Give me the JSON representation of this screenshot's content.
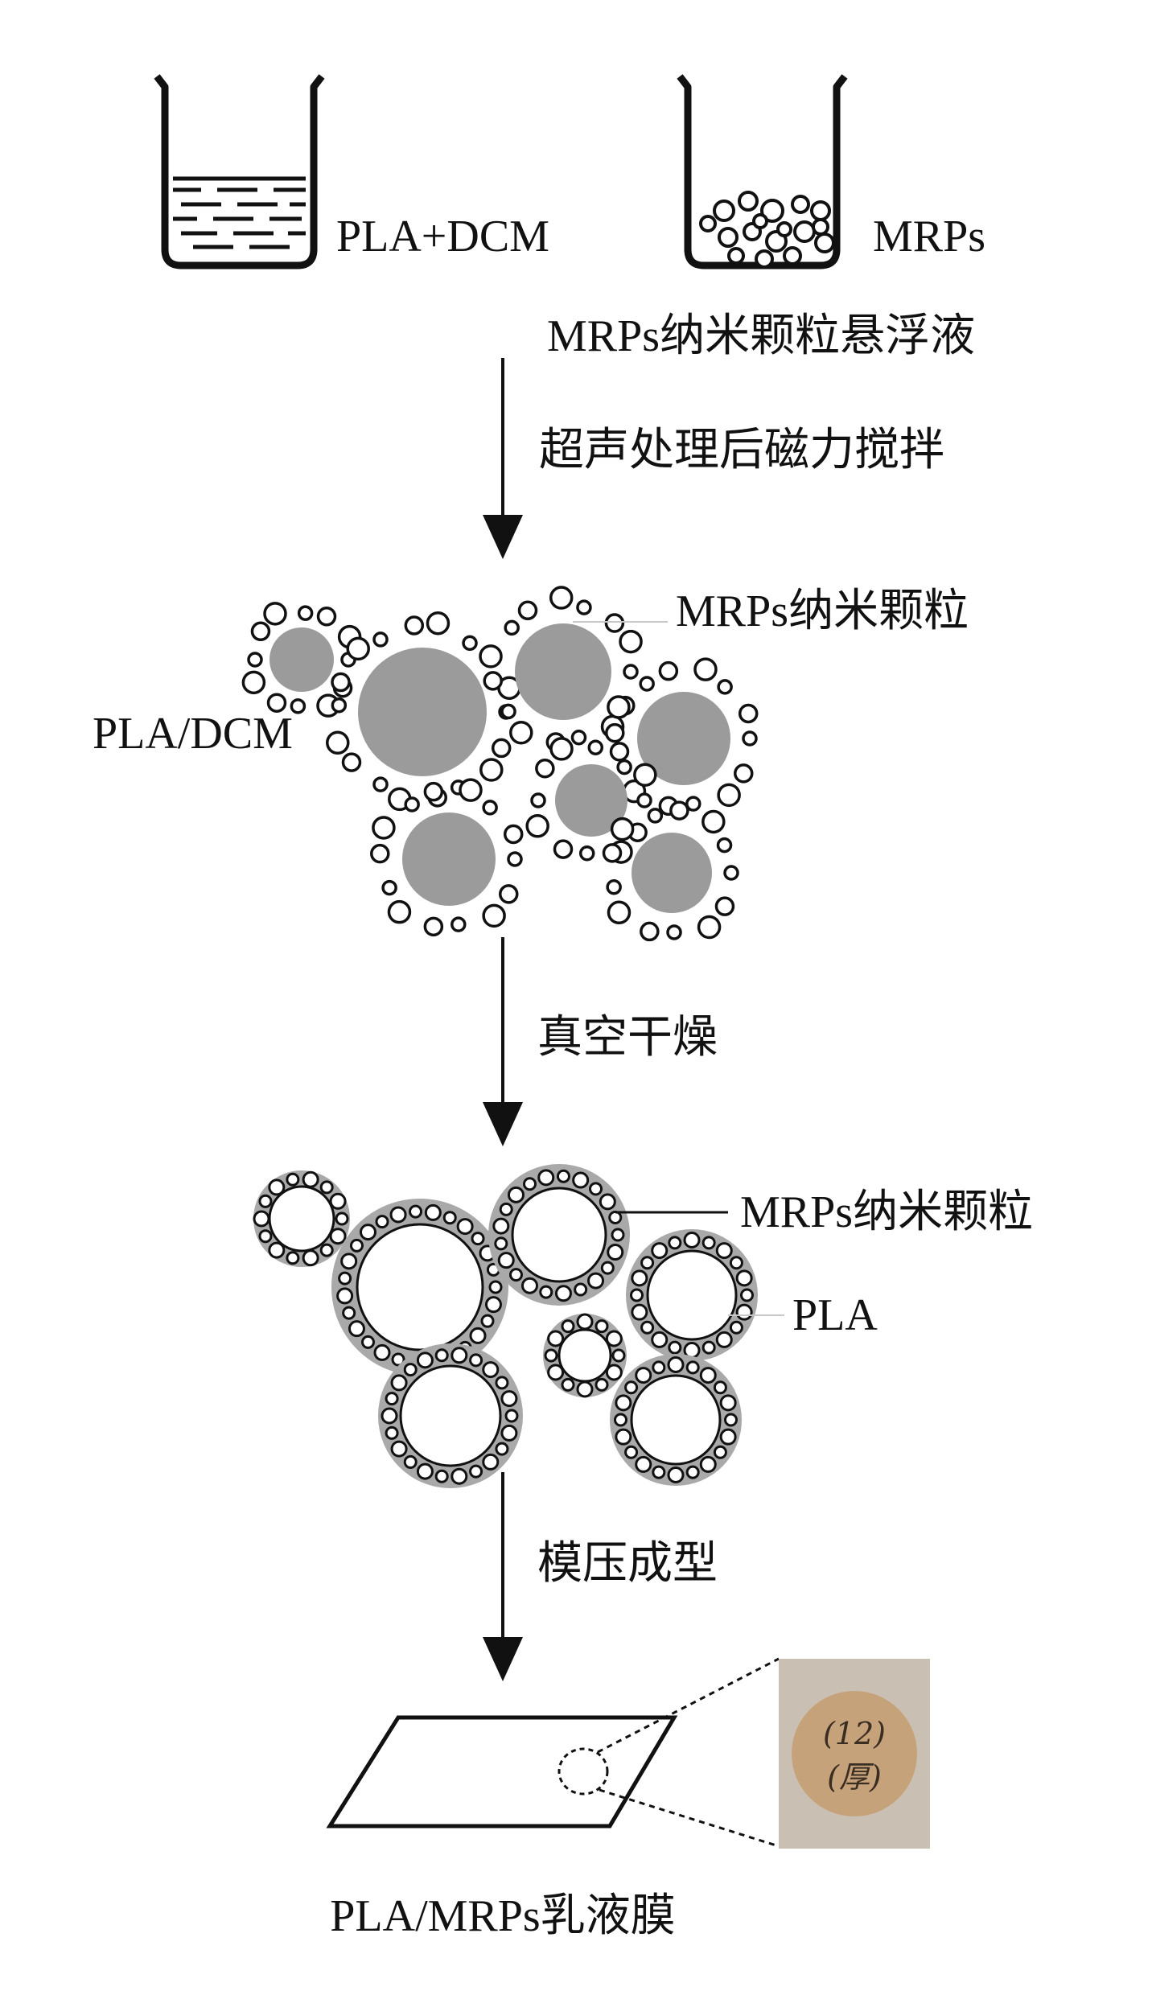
{
  "step1": {
    "beaker_left_label": "PLA+DCM",
    "beaker_right_label": "MRPs",
    "suspension_label": "MRPs纳米颗粒悬浮液",
    "arrow_label": "超声处理后磁力搅拌"
  },
  "step2": {
    "particles_label": "MRPs纳米颗粒",
    "droplet_label": "PLA/DCM",
    "arrow_label": "真空干燥"
  },
  "step3": {
    "particles_label": "MRPs纳米颗粒",
    "shell_label": "PLA",
    "arrow_label": "模压成型"
  },
  "step4": {
    "film_label": "PLA/MRPs乳液膜",
    "sample_photo_text": [
      "(12)",
      "(厚)"
    ]
  },
  "colors": {
    "droplet_fill": "#9b9b9b",
    "shell_fill": "#a9a9a9",
    "line": "#111111",
    "photo_bg": "#c9c0b3",
    "photo_disc": "#c6a27a"
  }
}
